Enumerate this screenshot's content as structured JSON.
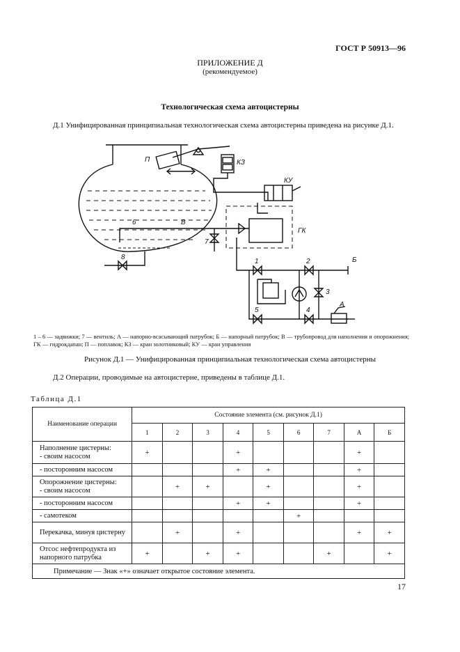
{
  "header": {
    "standard": "ГОСТ Р 50913—96"
  },
  "appendix": {
    "title": "ПРИЛОЖЕНИЕ Д",
    "subtitle": "(рекомендуемое)"
  },
  "section_title": "Технологическая схема автоцистерны",
  "paragraph_d1": "Д.1  Унифицированная принципиальная технологическая схема автоцистерны приведена на рисунке Д.1.",
  "diagram_labels": {
    "p": "П",
    "kz": "КЗ",
    "ku": "КУ",
    "gk": "ГК",
    "v": "В",
    "b": "Б",
    "a": "А",
    "n1": "1",
    "n2": "2",
    "n3": "3",
    "n4": "4",
    "n5": "5",
    "n6": "6",
    "n7": "7",
    "n8": "8"
  },
  "legend": "1 – 6 — задвижки; 7 — вентиль; А — напорно-всасывающий патрубок; Б — напорный патрубок; В — трубопровод для наполнения и опорожнения; ГК — гидрокдапан; П — поплавок; КЗ — кран золотниковый; КУ — кран управления",
  "figure_caption": "Рисунок Д.1 — Унифицированная принципиальная технологическая схема автоцистерны",
  "paragraph_d2": "Д.2  Операции, проводимые на автоцистерне, приведены в таблице Д.1.",
  "table": {
    "label": "Таблица Д.1",
    "name_header": "Наименование операции",
    "group_header": "Состояние элемента (см. рисунок Д.1)",
    "columns": [
      "1",
      "2",
      "3",
      "4",
      "5",
      "6",
      "7",
      "А",
      "Б"
    ],
    "rows": [
      {
        "op": "Наполнение цистерны:\n- своим насосом",
        "marks": [
          "+",
          "",
          "",
          "+",
          "",
          "",
          "",
          "+",
          ""
        ]
      },
      {
        "op": "- посторонним насосом",
        "marks": [
          "",
          "",
          "",
          "+",
          "+",
          "",
          "",
          "+",
          ""
        ]
      },
      {
        "op": "Опорожнение цистерны:\n- своим насосом",
        "marks": [
          "",
          "+",
          "+",
          "",
          "+",
          "",
          "",
          "+",
          ""
        ]
      },
      {
        "op": "- посторонним насосом",
        "marks": [
          "",
          "",
          "",
          "+",
          "+",
          "",
          "",
          "+",
          ""
        ]
      },
      {
        "op": "- самотеком",
        "marks": [
          "",
          "",
          "",
          "",
          "",
          "+",
          "",
          "",
          ""
        ]
      },
      {
        "op": "Перекачка, минуя цистерну",
        "marks": [
          "",
          "+",
          "",
          "+",
          "",
          "",
          "",
          "+",
          "+"
        ]
      },
      {
        "op": "Отсос нефтепродукта из напорного патрубка",
        "marks": [
          "+",
          "",
          "+",
          "+",
          "",
          "",
          "+",
          "",
          "+"
        ]
      }
    ],
    "note": "Примечание — Знак «+» означает открытое состояние элемента."
  },
  "page_number": "17"
}
